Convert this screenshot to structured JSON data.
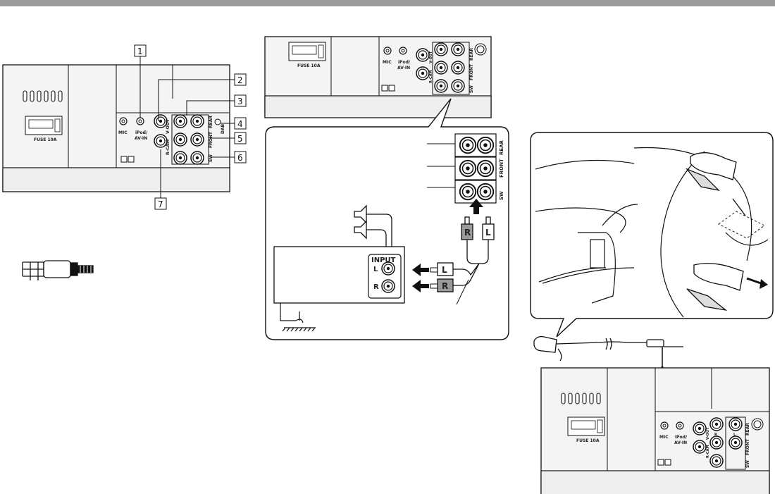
{
  "header": {
    "band_color": "#9a9a9a"
  },
  "unit": {
    "fuse": "FUSE 10A",
    "mic": "MIC",
    "ipod": "iPod/",
    "avin": "AV-IN",
    "vout": "V-OUT",
    "rcam": "R-CAM",
    "rear": "REAR",
    "front": "FRONT",
    "sw": "SW",
    "dab": "DAB",
    "r": "R",
    "l": "L"
  },
  "callouts": [
    "1",
    "2",
    "3",
    "4",
    "5",
    "6",
    "7"
  ],
  "amp": {
    "input": "INPUT",
    "l": "L",
    "r": "R",
    "plug_l": "L",
    "plug_r": "R"
  },
  "colors": {
    "line": "#111111",
    "panel": "#f4f4f4",
    "plug_gray": "#9a9a9a"
  }
}
